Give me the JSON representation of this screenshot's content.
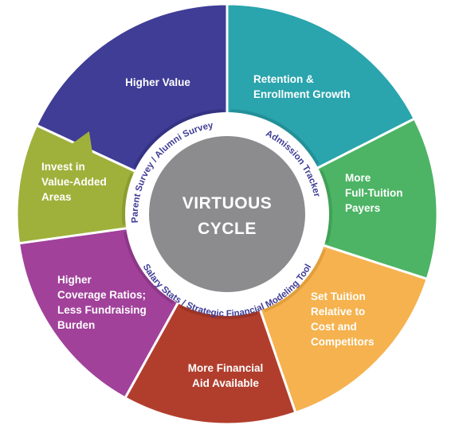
{
  "diagram": {
    "center": {
      "line1": "VIRTUOUS",
      "line2": "CYCLE"
    },
    "ring": {
      "top_left": "Parent Survey / Alumni Survey",
      "top_right": "Admission Tracker",
      "bottom": "Salary Stats / Strategic Financial Modeling Tool"
    },
    "segments": [
      {
        "lines": [
          "Higher Value"
        ],
        "color": "#3f3d96",
        "shade": "#2c2a72"
      },
      {
        "lines": [
          "Retention &",
          "Enrollment Growth"
        ],
        "color": "#2aa4ad",
        "shade": "#1d7f87"
      },
      {
        "lines": [
          "More",
          "Full-Tuition",
          "Payers"
        ],
        "color": "#4cb464",
        "shade": "#37904c"
      },
      {
        "lines": [
          "Set Tuition",
          "Relative to",
          "Cost and",
          "Competitors"
        ],
        "color": "#f5b24e",
        "shade": "#cf8f30"
      },
      {
        "lines": [
          "More Financial",
          "Aid Available"
        ],
        "color": "#b13e2d",
        "shade": "#8c2c1f"
      },
      {
        "lines": [
          "Higher",
          "Coverage Ratios;",
          "Less Fundraising",
          "Burden"
        ],
        "color": "#a1419a",
        "shade": "#7c2f78"
      },
      {
        "lines": [
          "Invest in",
          "Value-Added",
          "Areas"
        ],
        "color": "#9fb13a",
        "shade": "#7c8c27"
      }
    ],
    "colors": {
      "hub": "#8c8c8f",
      "ring": "#ffffff",
      "ring_text": "#3f3d96"
    }
  }
}
